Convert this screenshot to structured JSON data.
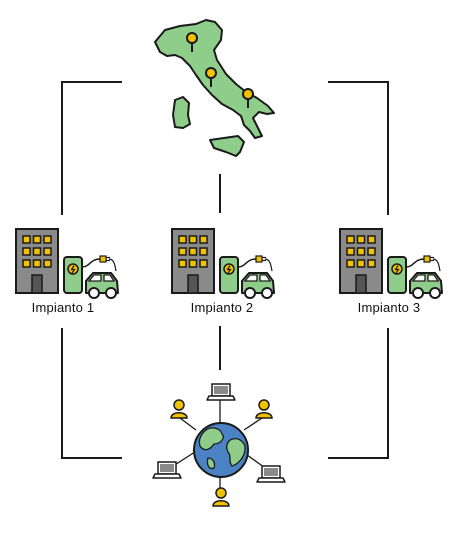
{
  "plants": [
    {
      "label": "Impianto 1"
    },
    {
      "label": "Impianto 2"
    },
    {
      "label": "Impianto 3"
    }
  ],
  "icons": {
    "map": "italy-map-icon",
    "building": "office-building-icon",
    "charger": "ev-charging-station-icon",
    "car": "electric-car-icon",
    "globe": "globe-network-icon",
    "user": "user-icon",
    "laptop": "laptop-icon"
  },
  "colors": {
    "line": "#1a1a1a",
    "green": "#8fce8a",
    "gray": "#8a8a8a",
    "window": "#f2c200",
    "earth_water": "#4a82c4",
    "earth_land": "#8fce8a",
    "user": "#f2c200"
  }
}
